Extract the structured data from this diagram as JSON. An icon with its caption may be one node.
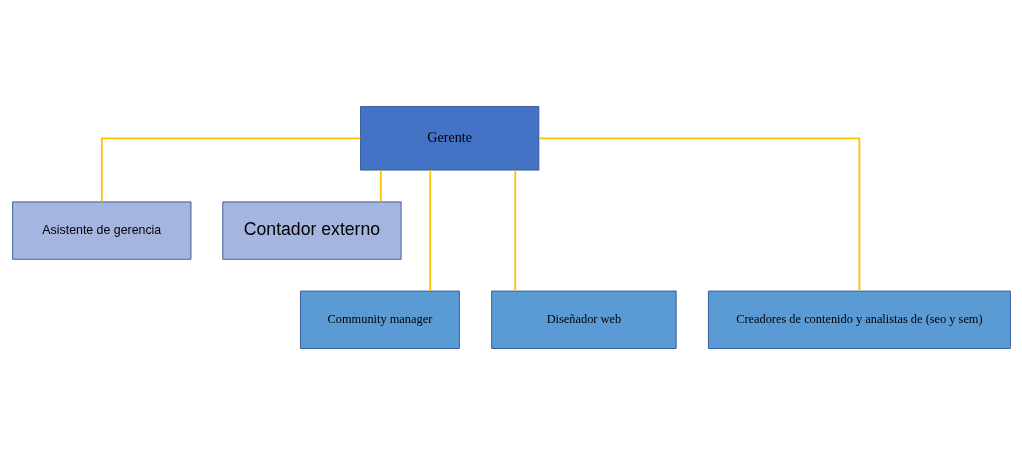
{
  "diagram": {
    "nodes": [
      {
        "text": [
          "Gerente"
        ]
      },
      {
        "text": [
          "Asistente de gerencia"
        ]
      },
      {
        "text": [
          "Contador externo"
        ]
      },
      {
        "text": [
          "Community manager"
        ]
      },
      {
        "text": [
          "Diseñador web"
        ]
      },
      {
        "text": [
          "Creadores de contenido y analistas de (seo y sem)"
        ]
      }
    ],
    "edges": [
      {
        "from": 0,
        "to": 1,
        "arrow": "none"
      },
      {
        "from": 0,
        "to": 2,
        "arrow": "none"
      },
      {
        "from": 0,
        "to": 3,
        "arrow": "none"
      },
      {
        "from": 0,
        "to": 4,
        "arrow": "none"
      },
      {
        "from": 0,
        "to": 5,
        "arrow": "none"
      }
    ]
  }
}
